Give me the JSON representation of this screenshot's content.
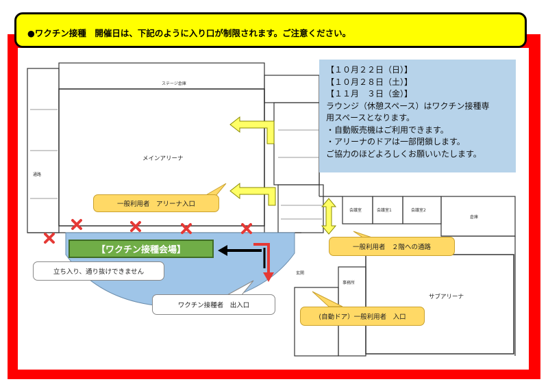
{
  "banner": {
    "text": "●ワクチン接種　開催日は、下記のように入り口が制限されます。ご注意ください。"
  },
  "info_box": {
    "lines": [
      "【１０月２２日（日）】",
      "【１０月２８日（土）】",
      "【１１月　３日（金）】",
      "ラウンジ（休憩スペース）はワクチン接種専",
      "用スペースとなります。",
      "・自動販売機はご利用できます。",
      "・アリーナのドアは一部閉鎖します。",
      "ご協力のほどよろしくお願いいたします。"
    ]
  },
  "map_labels": {
    "main_arena": "メインアリーナ",
    "sub_arena": "サブアリーナ",
    "entrance": "玄関",
    "office": "事務所",
    "stage": "ステージ倉庫",
    "room1": "会議室",
    "room2": "会議室1",
    "room3": "会議室2",
    "storage": "倉庫",
    "corridor": "通路"
  },
  "callouts": {
    "arena_entrance": "一般利用者　アリーナ入口",
    "floor2_path": "一般利用者　２階への通路",
    "no_entry": "立ち入り、通り抜けできません",
    "vaccine_entrance": "ワクチン接種者　出入口",
    "auto_door": "(自動ドア）一般利用者　入口"
  },
  "venue_label": "【ワクチン接種会場】",
  "colors": {
    "frame": "#ff0000",
    "banner": "#ffff00",
    "info_box": "#b7d3ea",
    "venue_area": "#9fc5e8",
    "venue_label": "#70ad47",
    "callout_yellow": "#ffd966",
    "arrow_yellow": "#ffff66",
    "cross": "#e53935"
  }
}
